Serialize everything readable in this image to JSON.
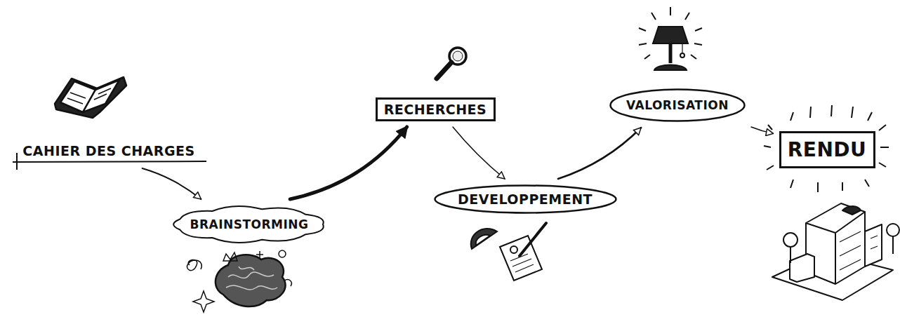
{
  "diagram": {
    "nodes": [
      {
        "text": [
          "CAHIER DES CHARGES"
        ]
      },
      {
        "text": [
          "BRAINSTORMING"
        ]
      },
      {
        "text": [
          "RECHERCHES"
        ]
      },
      {
        "text": [
          "DEVELOPPEMENT"
        ]
      },
      {
        "text": [
          "VALORISATION"
        ]
      },
      {
        "text": [
          "RENDU"
        ]
      }
    ],
    "edges": [
      {
        "from": 0,
        "to": 1,
        "arrow": "to"
      },
      {
        "from": 1,
        "to": 2,
        "arrow": "to"
      },
      {
        "from": 2,
        "to": 3,
        "arrow": "to"
      },
      {
        "from": 3,
        "to": 4,
        "arrow": "to"
      },
      {
        "from": 4,
        "to": 5,
        "arrow": "to"
      }
    ]
  }
}
